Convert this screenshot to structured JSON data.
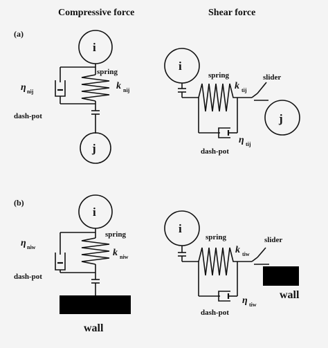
{
  "headers": {
    "compressive": "Compressive force",
    "shear": "Shear force"
  },
  "panels": {
    "a": "(a)",
    "b": "(b)"
  },
  "labels": {
    "i": "i",
    "j": "j",
    "spring": "spring",
    "dashpot": "dash-pot",
    "slider": "slider",
    "wall": "wall",
    "eta": "η",
    "k": "k",
    "sub_nij": "nij",
    "sub_tij": "tij",
    "sub_niw": "niw",
    "sub_tiw": "tiw"
  },
  "colors": {
    "ink": "#111111",
    "background": "#f4f4f4",
    "wall": "#000000"
  }
}
